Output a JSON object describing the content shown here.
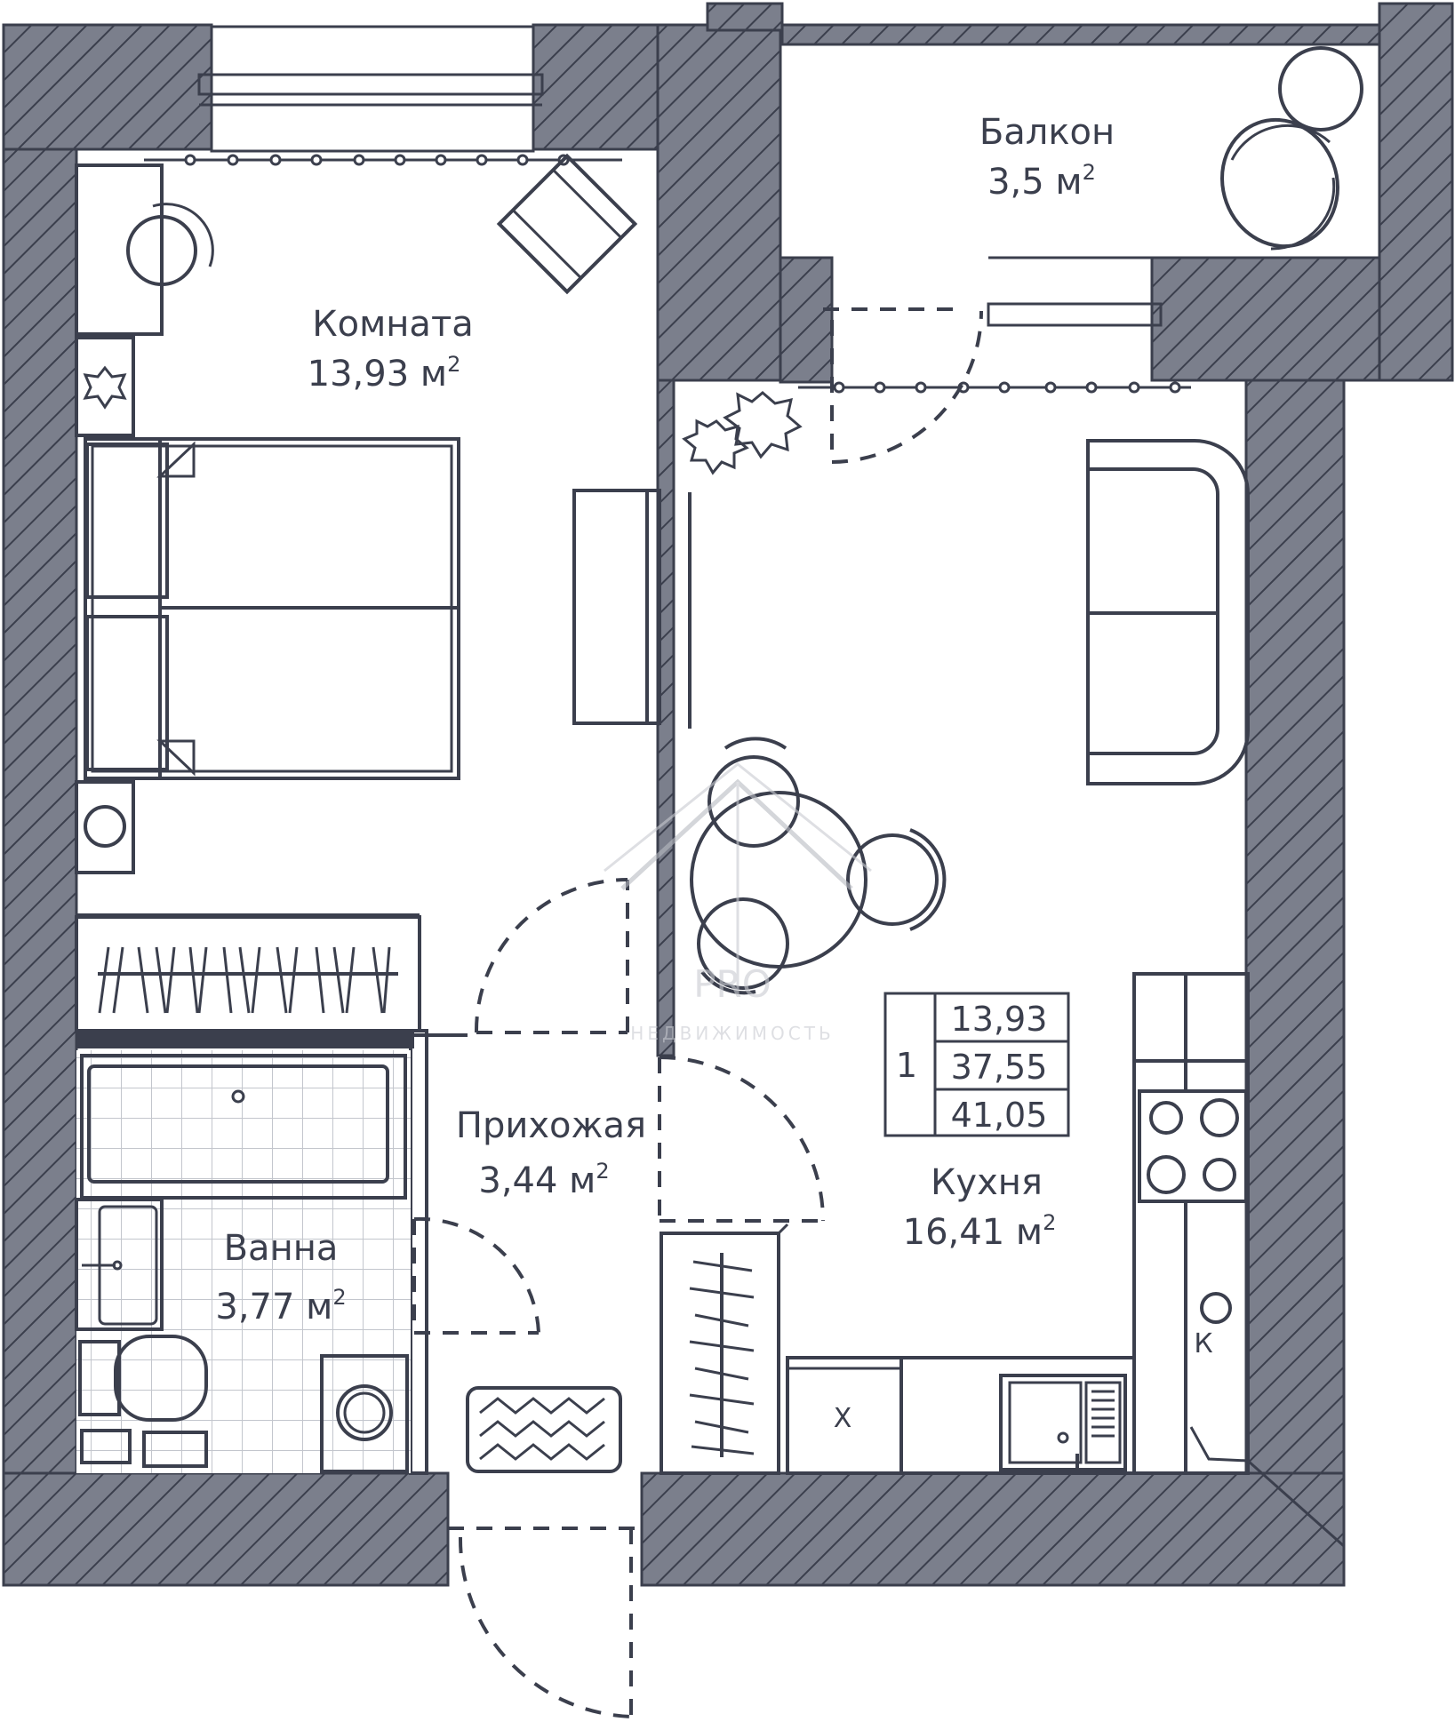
{
  "rooms": {
    "room": {
      "name": "Комната",
      "area": "13,93 м",
      "sup": "2"
    },
    "balcony": {
      "name": "Балкон",
      "area": "3,5 м",
      "sup": "2"
    },
    "hallway": {
      "name": "Прихожая",
      "area": "3,44 м",
      "sup": "2"
    },
    "bath": {
      "name": "Ванна",
      "area": "3,77 м",
      "sup": "2"
    },
    "kitchen": {
      "name": "Кухня",
      "area": "16,41 м",
      "sup": "2"
    }
  },
  "summary": {
    "rooms_count": "1",
    "living_area": "13,93",
    "total_area": "37,55",
    "total_with_balcony": "41,05"
  },
  "appliance_labels": {
    "fridge": "Х",
    "boiler": "К"
  },
  "watermark": {
    "brand": "PRO",
    "sub": "НЕДВИЖИМОСТЬ"
  },
  "colors": {
    "wall": "#7b7f8c",
    "hatch": "#3b3f4d",
    "line": "#3b3f4d",
    "background": "#ffffff"
  }
}
